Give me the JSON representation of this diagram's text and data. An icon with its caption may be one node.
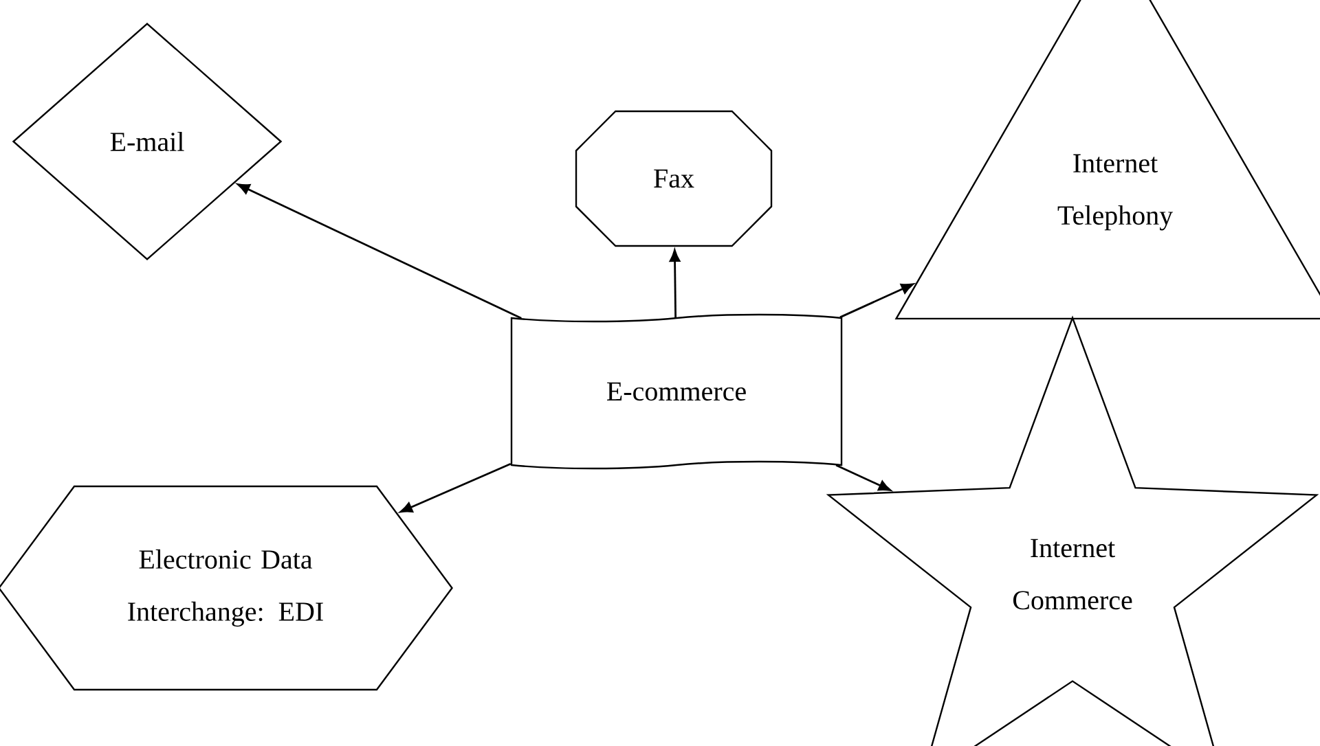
{
  "diagram": {
    "nodes": [
      {
        "text": [
          "E-commerce"
        ]
      },
      {
        "text": [
          "E-mail"
        ]
      },
      {
        "text": [
          "Fax"
        ]
      },
      {
        "text": [
          "Internet Telephony"
        ]
      },
      {
        "text": [
          "Electronic Data Interchange: EDI"
        ]
      },
      {
        "text": [
          "Internet Commerce"
        ]
      }
    ],
    "edges": [
      {
        "from": 0,
        "to": 1,
        "arrow": "to"
      },
      {
        "from": 0,
        "to": 2,
        "arrow": "to"
      },
      {
        "from": 0,
        "to": 3,
        "arrow": "to"
      },
      {
        "from": 0,
        "to": 4,
        "arrow": "to"
      },
      {
        "from": 0,
        "to": 5,
        "arrow": "to"
      }
    ]
  }
}
